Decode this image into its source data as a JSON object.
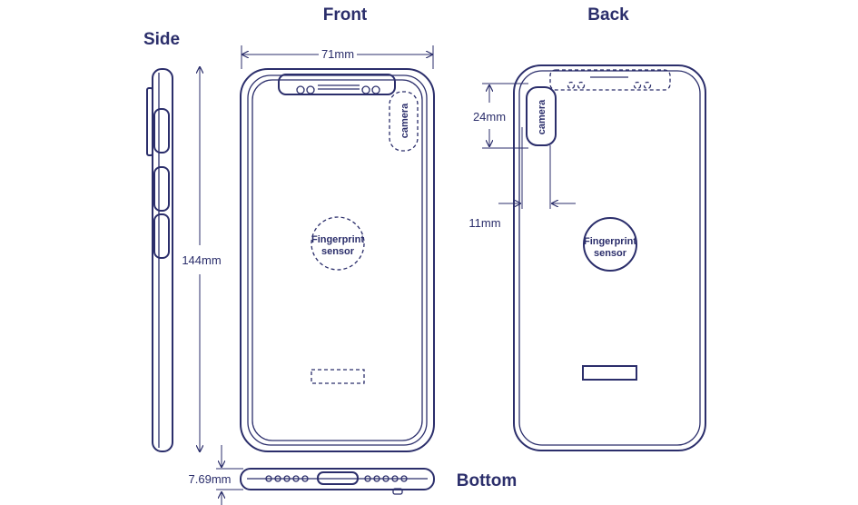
{
  "views": {
    "front": "Front",
    "back": "Back",
    "side": "Side",
    "bottom": "Bottom"
  },
  "dimensions": {
    "width": "71mm",
    "height": "144mm",
    "thickness": "7.69mm",
    "camera_height": "24mm",
    "camera_offset": "11mm"
  },
  "labels": {
    "camera_front": "camera",
    "camera_back": "camera",
    "fingerprint_front_line1": "Fingerprint",
    "fingerprint_front_line2": "sensor",
    "fingerprint_back_line1": "Fingerprint",
    "fingerprint_back_line2": "sensor"
  },
  "colors": {
    "line": "#2b2e6b",
    "background": "#ffffff"
  }
}
